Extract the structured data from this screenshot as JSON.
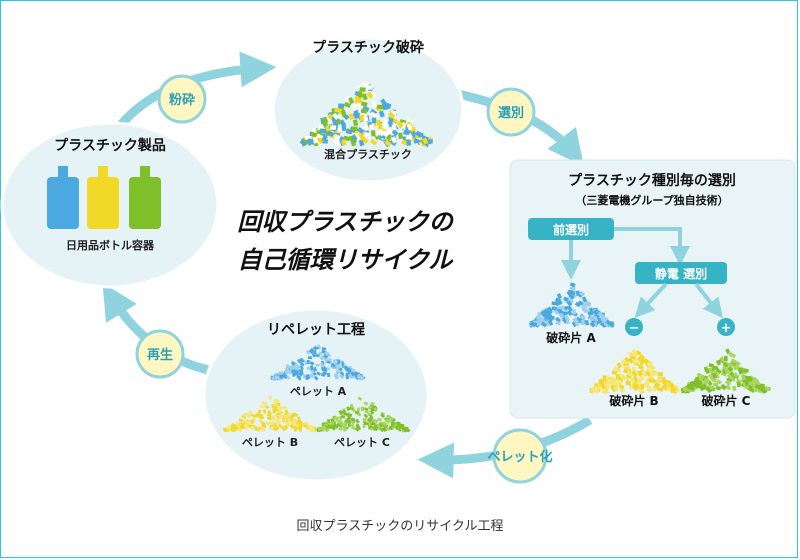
{
  "title": {
    "line1": "回収プラスチックの",
    "line2": "自己循環リサイクル"
  },
  "nodes": {
    "products": {
      "title": "プラスチック製品",
      "label": "日用品ボトル容器"
    },
    "crushing": {
      "title": "プラスチック破砕",
      "label": "混合プラスチック"
    },
    "sorting": {
      "title": "プラスチック種別毎の選別",
      "subtitle": "（三菱電機グループ独自技術）",
      "pre_sort": "前選別",
      "electrostatic": "静電 選別",
      "minus": "−",
      "plus": "+",
      "fragment_a": "破砕片 A",
      "fragment_b": "破砕片 B",
      "fragment_c": "破砕片 C"
    },
    "repellet": {
      "title": "リペレット工程",
      "pellet_a": "ペレット A",
      "pellet_b": "ペレット B",
      "pellet_c": "ペレット C"
    }
  },
  "steps": {
    "crush": "粉砕",
    "sort": "選別",
    "pelletize": "ペレット化",
    "regenerate": "再生"
  },
  "caption": "回収プラスチックのリサイクル工程",
  "colors": {
    "arrow": "#8fd3de",
    "badge_fill": "#fff7c2",
    "ellipse_fill": "#e6f3f6",
    "box_fill": "#e8f4f6",
    "step_teal": "#37b3c6",
    "blue": "#4ba8e0",
    "yellow": "#f2d827",
    "green": "#7fbf2a"
  }
}
